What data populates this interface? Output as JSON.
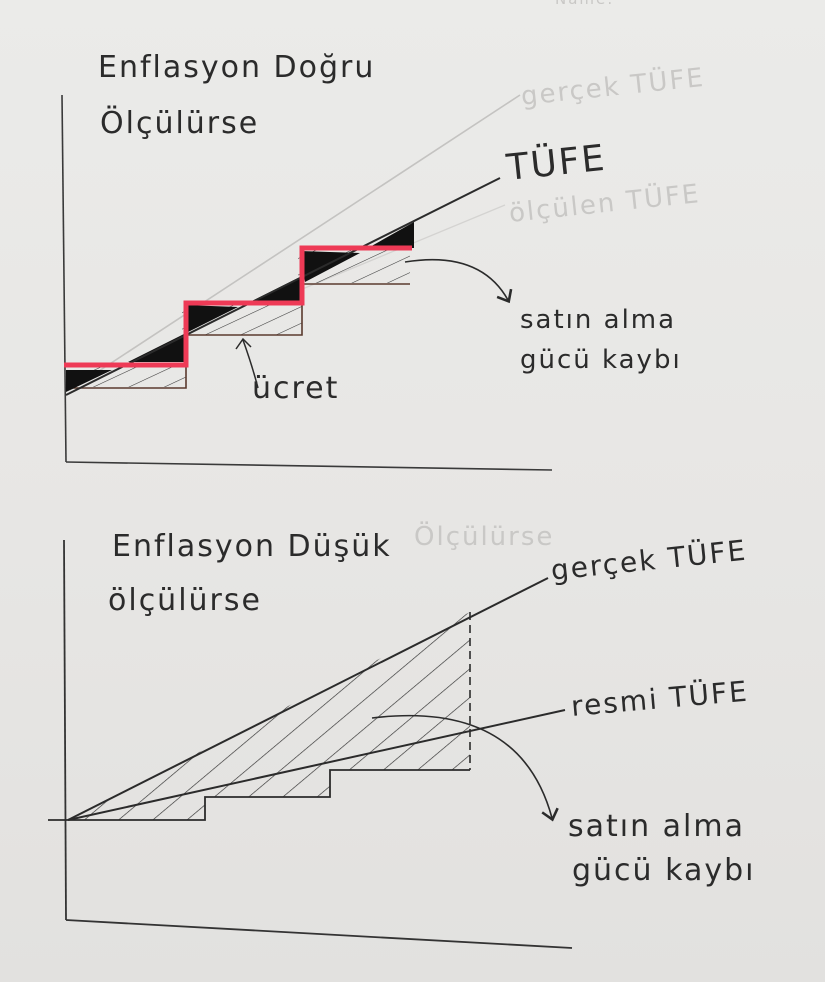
{
  "top_margin_text": "Name:",
  "top_diagram": {
    "title_line1": "Enflasyon Doğru",
    "title_line2": "Ölçülürse",
    "faint_real_cpi": "gerçek TÜFE",
    "cpi_label": "TÜFE",
    "faint_measured_cpi": "ölçülen TÜFE",
    "loss_label_line1": "satın alma",
    "loss_label_line2": "gücü kaybı",
    "wage_label": "ücret"
  },
  "bottom_diagram": {
    "title_line1": "Enflasyon Düşük",
    "faint_title_tail": "Ölçülürse",
    "title_line2": "ölçülürse",
    "real_cpi_label": "gerçek TÜFE",
    "official_cpi_label": "resmi TÜFE",
    "loss_label_line1": "satın alma",
    "loss_label_line2": "gücü kaybı"
  },
  "colors": {
    "pencil": "#2b2b2b",
    "wage_highlight": "#ee3a56",
    "ghost_text": "#c9c8c6"
  }
}
